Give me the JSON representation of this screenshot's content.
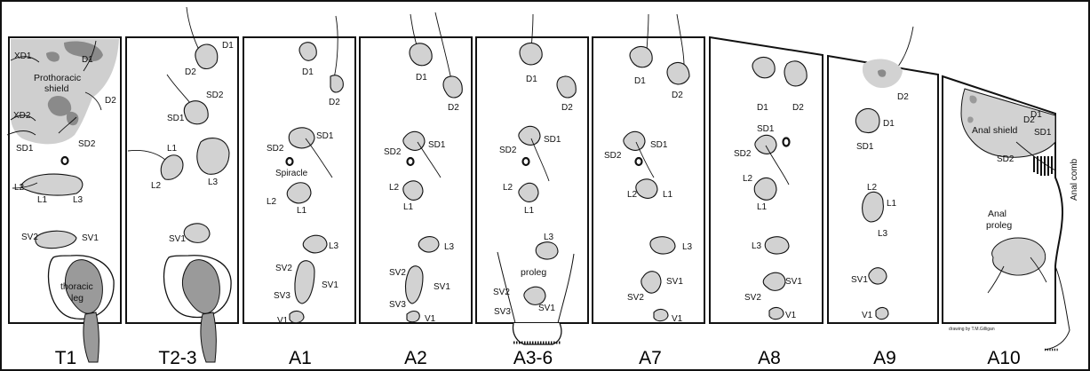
{
  "segments": [
    "T1",
    "T2-3",
    "A1",
    "A2",
    "A3-6",
    "A7",
    "A8",
    "A9",
    "A10"
  ],
  "labels": {
    "t1": {
      "xd1": "XD1",
      "d1": "D1",
      "shield_1": "Prothoracic",
      "shield_2": "shield",
      "d2": "D2",
      "xd2": "XD2",
      "sd1": "SD1",
      "sd2": "SD2",
      "l2": "L2",
      "l1": "L1",
      "l3": "L3",
      "sv2": "SV2",
      "sv1": "SV1",
      "leg_1": "thoracic",
      "leg_2": "leg"
    },
    "t23": {
      "d1": "D1",
      "d2": "D2",
      "sd2": "SD2",
      "sd1": "SD1",
      "l1": "L1",
      "l2": "L2",
      "l3": "L3",
      "sv1": "SV1"
    },
    "a1": {
      "d1": "D1",
      "d2": "D2",
      "sd2": "SD2",
      "sd1": "SD1",
      "spiracle": "Spiracle",
      "l2": "L2",
      "l1": "L1",
      "l3": "L3",
      "sv2": "SV2",
      "sv1": "SV1",
      "sv3": "SV3",
      "v1": "V1"
    },
    "a2": {
      "d1": "D1",
      "d2": "D2",
      "sd2": "SD2",
      "sd1": "SD1",
      "l2": "L2",
      "l1": "L1",
      "l3": "L3",
      "sv2": "SV2",
      "sv1": "SV1",
      "sv3": "SV3",
      "v1": "V1"
    },
    "a36": {
      "d1": "D1",
      "d2": "D2",
      "sd2": "SD2",
      "sd1": "SD1",
      "l2": "L2",
      "l1": "L1",
      "l3": "L3",
      "proleg": "proleg",
      "sv2": "SV2",
      "sv1": "SV1",
      "sv3": "SV3"
    },
    "a7": {
      "d1": "D1",
      "d2": "D2",
      "sd2": "SD2",
      "sd1": "SD1",
      "l2": "L2",
      "l1": "L1",
      "l3": "L3",
      "sv2": "SV2",
      "sv1": "SV1",
      "v1": "V1"
    },
    "a8": {
      "d1": "D1",
      "d2": "D2",
      "sd1": "SD1",
      "sd2": "SD2",
      "l2": "L2",
      "l1": "L1",
      "l3": "L3",
      "sv1": "SV1",
      "sv2": "SV2",
      "v1": "V1"
    },
    "a9": {
      "d2": "D2",
      "d1": "D1",
      "sd1": "SD1",
      "l2": "L2",
      "l1": "L1",
      "l3": "L3",
      "sv1": "SV1",
      "v1": "V1"
    },
    "a10": {
      "d1": "D1",
      "d2": "D2",
      "sd1": "SD1",
      "shield": "Anal shield",
      "sd2": "SD2",
      "comb": "Anal comb",
      "proleg_1": "Anal",
      "proleg_2": "proleg"
    }
  },
  "credit": "drawing by T.M.Gilligan"
}
